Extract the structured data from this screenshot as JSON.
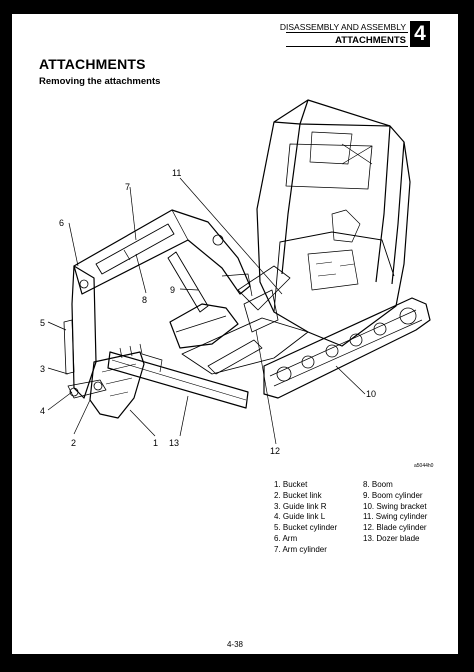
{
  "header": {
    "section": "DISASSEMBLY AND ASSEMBLY",
    "subsection": "ATTACHMENTS",
    "chapter": "4"
  },
  "title": "ATTACHMENTS",
  "subtitle": "Removing the attachments",
  "figure": {
    "code": "a5044h0",
    "callouts": [
      "1",
      "2",
      "3",
      "4",
      "5",
      "6",
      "7",
      "8",
      "9",
      "10",
      "11",
      "12",
      "13"
    ]
  },
  "legend": {
    "left": [
      "1. Bucket",
      "2. Bucket link",
      "3. Guide link R",
      "4. Guide link L",
      "5. Bucket cylinder",
      "6. Arm",
      "7. Arm cylinder"
    ],
    "right": [
      "8. Boom",
      "9. Boom cylinder",
      "10. Swing bracket",
      "11. Swing cylinder",
      "12. Blade cylinder",
      "13. Dozer blade"
    ]
  },
  "page_number": "4-38"
}
